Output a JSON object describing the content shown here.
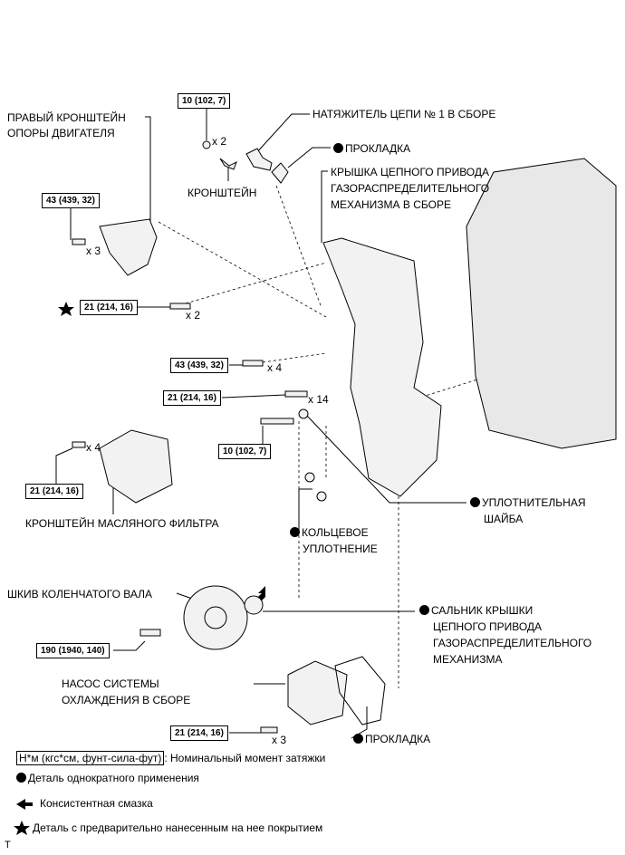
{
  "labels": {
    "engine_mount_1": "ПРАВЫЙ КРОНШТЕЙН",
    "engine_mount_2": "ОПОРЫ ДВИГАТЕЛЯ",
    "tensioner": "НАТЯЖИТЕЛЬ ЦЕПИ № 1 В СБОРЕ",
    "gasket_top": "ПРОКЛАДКА",
    "cover_1": "КРЫШКА ЦЕПНОГО ПРИВОДА",
    "cover_2": "ГАЗОРАСПРЕДЕЛИТЕЛЬНОГО",
    "cover_3": "МЕХАНИЗМА В СБОРЕ",
    "bracket": "КРОНШТЕЙН",
    "oil_filter_bracket": "КРОНШТЕЙН МАСЛЯНОГО ФИЛЬТРА",
    "washer_1": "УПЛОТНИТЕЛЬНАЯ",
    "washer_2": "ШАЙБА",
    "oring_1": "КОЛЬЦЕВОЕ",
    "oring_2": "УПЛОТНЕНИЕ",
    "pulley": "ШКИВ КОЛЕНЧАТОГО ВАЛА",
    "seal_1": "САЛЬНИК КРЫШКИ",
    "seal_2": "ЦЕПНОГО ПРИВОДА",
    "seal_3": "ГАЗОРАСПРЕДЕЛИТЕЛЬНОГО",
    "seal_4": "МЕХАНИЗМА",
    "pump_1": "НАСОС СИСТЕМЫ",
    "pump_2": "ОХЛАЖДЕНИЯ В СБОРЕ",
    "gasket_bottom": "ПРОКЛАДКА"
  },
  "torques": {
    "t1": "10 (102, 7)",
    "t2": "43 (439, 32)",
    "t3": "21 (214, 16)",
    "t4": "43 (439, 32)",
    "t5": "21 (214, 16)",
    "t6": "10 (102, 7)",
    "t7": "21 (214, 16)",
    "t8": "190 (1940, 140)",
    "t9": "21 (214, 16)"
  },
  "counts": {
    "c1": "x 2",
    "c2": "x 3",
    "c3": "x 2",
    "c4": "x 4",
    "c5": "x 14",
    "c6": "x 4",
    "c7": "x 3"
  },
  "legend": {
    "torque_unit": "Н*м (кгс*см, фунт-сила-фут)",
    "torque_desc": ": Номинальный момент затяжки",
    "non_reusable": "Деталь однократного применения",
    "grease": "Консистентная смазка",
    "precoated": "Деталь с предварительно нанесенным на нее покрытием"
  },
  "footer_mark": "T"
}
